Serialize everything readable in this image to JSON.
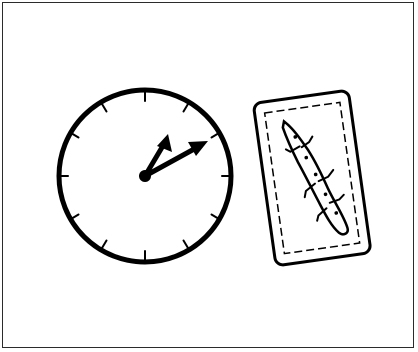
{
  "scene": {
    "frame": "panel-border",
    "items": [
      {
        "id": "clock",
        "icon": "clock-icon"
      },
      {
        "id": "card",
        "icon": "lizard-card-icon"
      }
    ],
    "colors": {
      "ink": "#000000",
      "border": "#2b2b2b",
      "background": "#ffffff"
    }
  }
}
